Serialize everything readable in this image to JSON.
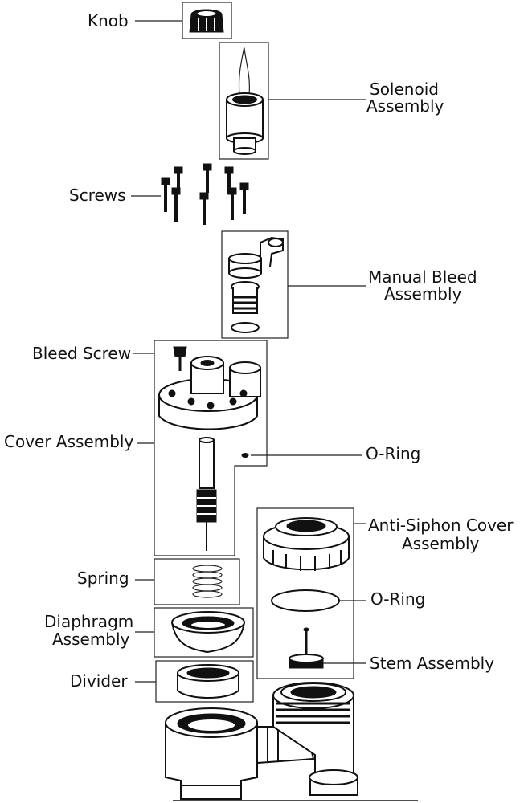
{
  "labels": {
    "knob": "Knob",
    "solenoid_1": "Solenoid",
    "solenoid_2": "Assembly",
    "screws": "Screws",
    "manual_bleed_1": "Manual Bleed",
    "manual_bleed_2": "Assembly",
    "bleed_screw": "Bleed Screw",
    "cover_assembly": "Cover Assembly",
    "o_ring_upper": "O-Ring",
    "anti_siphon_1": "Anti-Siphon Cover",
    "anti_siphon_2": "Assembly",
    "spring": "Spring",
    "o_ring_lower": "O-Ring",
    "diaphragm_1": "Diaphragm",
    "diaphragm_2": "Assembly",
    "stem_assembly": "Stem Assembly",
    "divider": "Divider"
  }
}
